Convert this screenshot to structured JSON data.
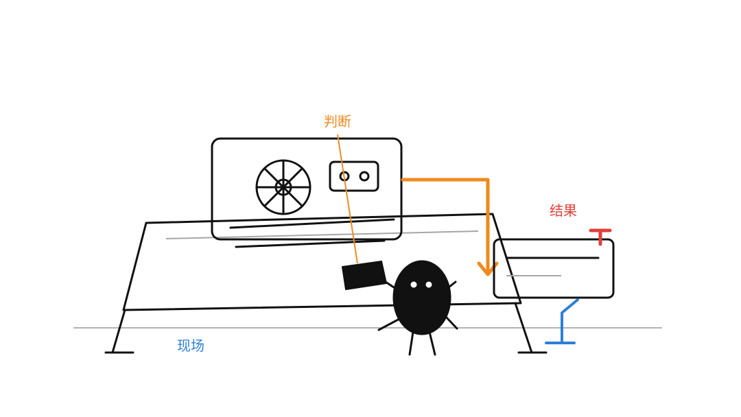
{
  "labels": {
    "judge": "判断",
    "result": "结果",
    "scene": "现场"
  },
  "colors": {
    "ink": "#111111",
    "ground": "#b3b3b3",
    "hint_line": "#a6a6a6",
    "orange": "#ef8a1e",
    "red": "#e0403a",
    "blue": "#2e7fd6",
    "background": "#ffffff"
  },
  "icons": {
    "fan": "fan-wheel-icon",
    "indicator": "two-lights-indicator-icon",
    "mascot": "black-bug-character"
  }
}
